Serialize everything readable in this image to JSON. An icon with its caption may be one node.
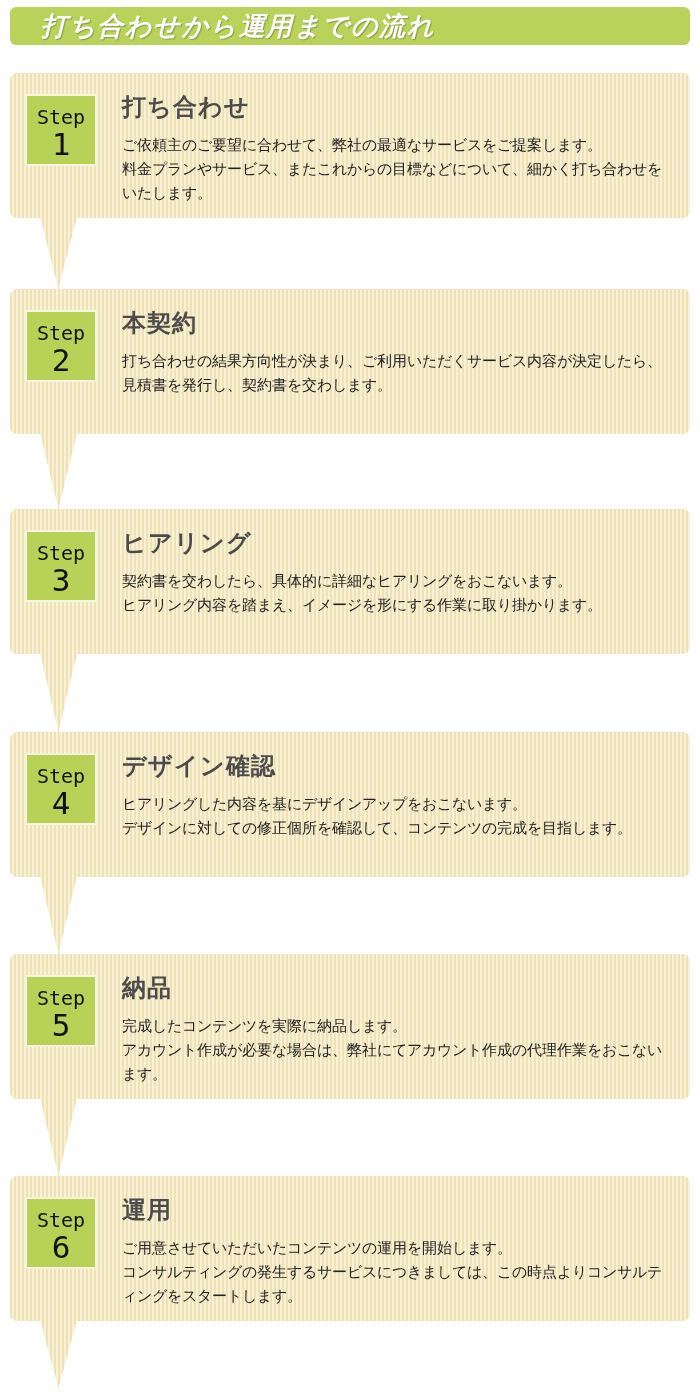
{
  "diagram": {
    "title": "打ち合わせから運用までの流れ",
    "nodes": [
      {
        "text": [
          "打ち合わせ",
          "ご依頼主のご要望に合わせて、弊社の最適なサービスをご提案します。",
          "料金プランやサービス、またこれからの目標などについて、細かく打ち合わせをいたします。"
        ]
      },
      {
        "text": [
          "Step",
          "1"
        ],
        "in": 0
      },
      {
        "text": [
          "本契約",
          "打ち合わせの結果方向性が決まり、ご利用いただくサービス内容が決定したら、見積書を発行し、契約書を交わします。"
        ]
      },
      {
        "text": [
          "Step",
          "2"
        ],
        "in": 2
      },
      {
        "text": [
          "ヒアリング",
          "契約書を交わしたら、具体的に詳細なヒアリングをおこないます。",
          "ヒアリング内容を踏まえ、イメージを形にする作業に取り掛かります。"
        ]
      },
      {
        "text": [
          "Step",
          "3"
        ],
        "in": 4
      },
      {
        "text": [
          "デザイン確認",
          "ヒアリングした内容を基にデザインアップをおこないます。",
          "デザインに対しての修正個所を確認して、コンテンツの完成を目指します。"
        ]
      },
      {
        "text": [
          "Step",
          "4"
        ],
        "in": 6
      },
      {
        "text": [
          "納品",
          "完成したコンテンツを実際に納品します。",
          "アカウント作成が必要な場合は、弊社にてアカウント作成の代理作業をおこないます。"
        ]
      },
      {
        "text": [
          "Step",
          "5"
        ],
        "in": 8
      },
      {
        "text": [
          "運用",
          "ご用意させていただいたコンテンツの運用を開始します。",
          "コンサルティングの発生するサービスにつきましては、この時点よりコンサルティングをスタートします。"
        ]
      },
      {
        "text": [
          "Step",
          "6"
        ],
        "in": 10
      }
    ],
    "edges": [
      {
        "from": 0,
        "to": 2,
        "arrow": "to"
      },
      {
        "from": 2,
        "to": 4,
        "arrow": "to"
      },
      {
        "from": 4,
        "to": 6,
        "arrow": "to"
      },
      {
        "from": 6,
        "to": 8,
        "arrow": "to"
      },
      {
        "from": 8,
        "to": 10,
        "arrow": "to"
      },
      {
        "from": 10,
        "to": null,
        "arrow": "to"
      }
    ]
  }
}
